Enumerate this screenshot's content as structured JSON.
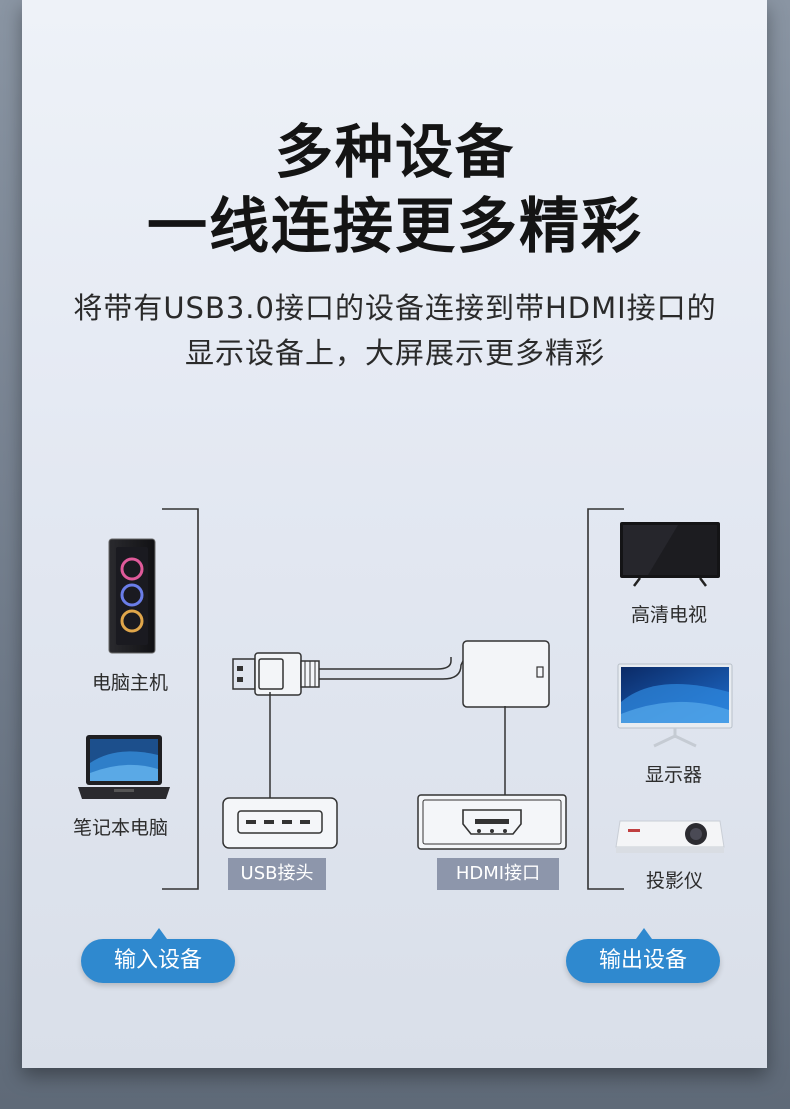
{
  "headline": {
    "line1": "多种设备",
    "line2": "一线连接更多精彩"
  },
  "description": {
    "line1": "将带有USB3.0接口的设备连接到带HDMI接口的",
    "line2": "显示设备上，大屏展示更多精彩"
  },
  "input_devices": {
    "items": [
      {
        "label": "电脑主机",
        "icon": "desktop-tower-icon"
      },
      {
        "label": "笔记本电脑",
        "icon": "laptop-icon"
      }
    ],
    "badge": "输入设备"
  },
  "output_devices": {
    "items": [
      {
        "label": "高清电视",
        "icon": "tv-icon"
      },
      {
        "label": "显示器",
        "icon": "monitor-icon"
      },
      {
        "label": "投影仪",
        "icon": "projector-icon"
      }
    ],
    "badge": "输出设备"
  },
  "adapter": {
    "usb_label": "USB接头",
    "hdmi_label": "HDMI接口"
  },
  "colors": {
    "badge_blue": "#2f89cf",
    "tag_gray": "#8d96ab"
  }
}
